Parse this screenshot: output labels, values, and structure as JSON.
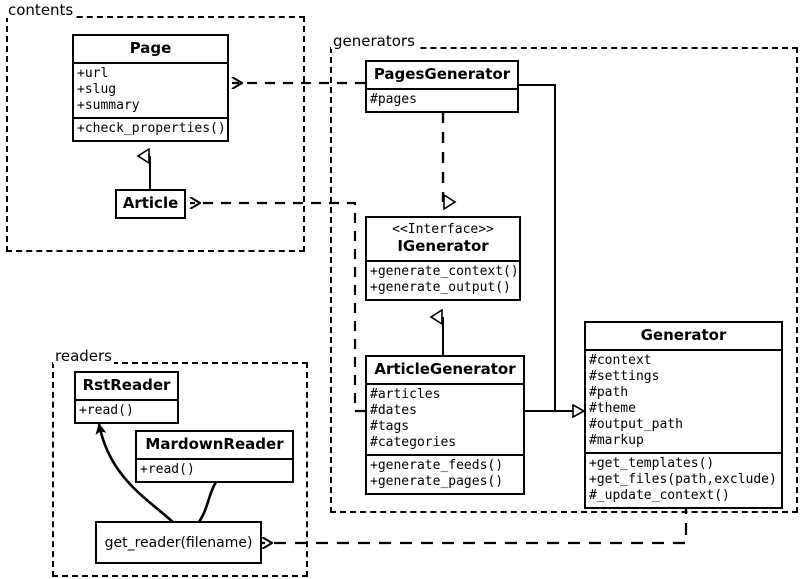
{
  "diagram": {
    "title": "UML class diagram",
    "packages": [
      {
        "name": "contents-package",
        "label": "contents"
      },
      {
        "name": "generators-package",
        "label": "generators"
      },
      {
        "name": "readers-package",
        "label": "readers"
      }
    ]
  },
  "classes": {
    "page": {
      "name": "Page",
      "attributes": [
        "+url",
        "+slug",
        "+summary"
      ],
      "methods": [
        "+check_properties()"
      ]
    },
    "article": {
      "name": "Article",
      "attributes": [],
      "methods": []
    },
    "pages_generator": {
      "name": "PagesGenerator",
      "attributes": [
        "#pages"
      ],
      "methods": []
    },
    "igenerator": {
      "stereotype": "<<Interface>>",
      "name": "IGenerator",
      "attributes": [],
      "methods": [
        "+generate_context()",
        "+generate_output()"
      ]
    },
    "article_generator": {
      "name": "ArticleGenerator",
      "attributes": [
        "#articles",
        "#dates",
        "#tags",
        "#categories"
      ],
      "methods": [
        "+generate_feeds()",
        "+generate_pages()"
      ]
    },
    "generator": {
      "name": "Generator",
      "attributes": [
        "#context",
        "#settings",
        "#path",
        "#theme",
        "#output_path",
        "#markup"
      ],
      "methods": [
        "+get_templates()",
        "+get_files(path,exclude)",
        "#_update_context()"
      ]
    },
    "rst_reader": {
      "name": "RstReader",
      "attributes": [],
      "methods": [
        "+read()"
      ]
    },
    "markdown_reader": {
      "name": "MardownReader",
      "attributes": [],
      "methods": [
        "+read()"
      ]
    },
    "get_reader": {
      "label": "get_reader(filename)"
    }
  },
  "relations": [
    {
      "name": "article-inherits-page",
      "kind": "generalization",
      "from": "Article",
      "to": "Page"
    },
    {
      "name": "pagesgenerator-realizes-igenerator",
      "kind": "realization",
      "from": "PagesGenerator",
      "to": "IGenerator"
    },
    {
      "name": "articlegenerator-realizes-igenerator",
      "kind": "generalization",
      "from": "ArticleGenerator",
      "to": "IGenerator"
    },
    {
      "name": "pagesgenerator-inherits-generator",
      "kind": "generalization",
      "from": "PagesGenerator",
      "to": "Generator"
    },
    {
      "name": "articlegenerator-inherits-generator",
      "kind": "generalization",
      "from": "ArticleGenerator",
      "to": "Generator"
    },
    {
      "name": "pagesgenerator-depends-page",
      "kind": "dependency",
      "from": "PagesGenerator",
      "to": "Page"
    },
    {
      "name": "articlegenerator-depends-article",
      "kind": "dependency",
      "from": "ArticleGenerator",
      "to": "Article"
    },
    {
      "name": "generator-depends-get-reader",
      "kind": "dependency",
      "from": "Generator",
      "to": "get_reader(filename)"
    },
    {
      "name": "get-reader-returns-rstreader",
      "kind": "association",
      "from": "get_reader(filename)",
      "to": "RstReader"
    },
    {
      "name": "get-reader-returns-markdownreader",
      "kind": "association",
      "from": "get_reader(filename)",
      "to": "MardownReader"
    }
  ],
  "colors": {
    "stroke": "#000000",
    "background": "#ffffff"
  }
}
